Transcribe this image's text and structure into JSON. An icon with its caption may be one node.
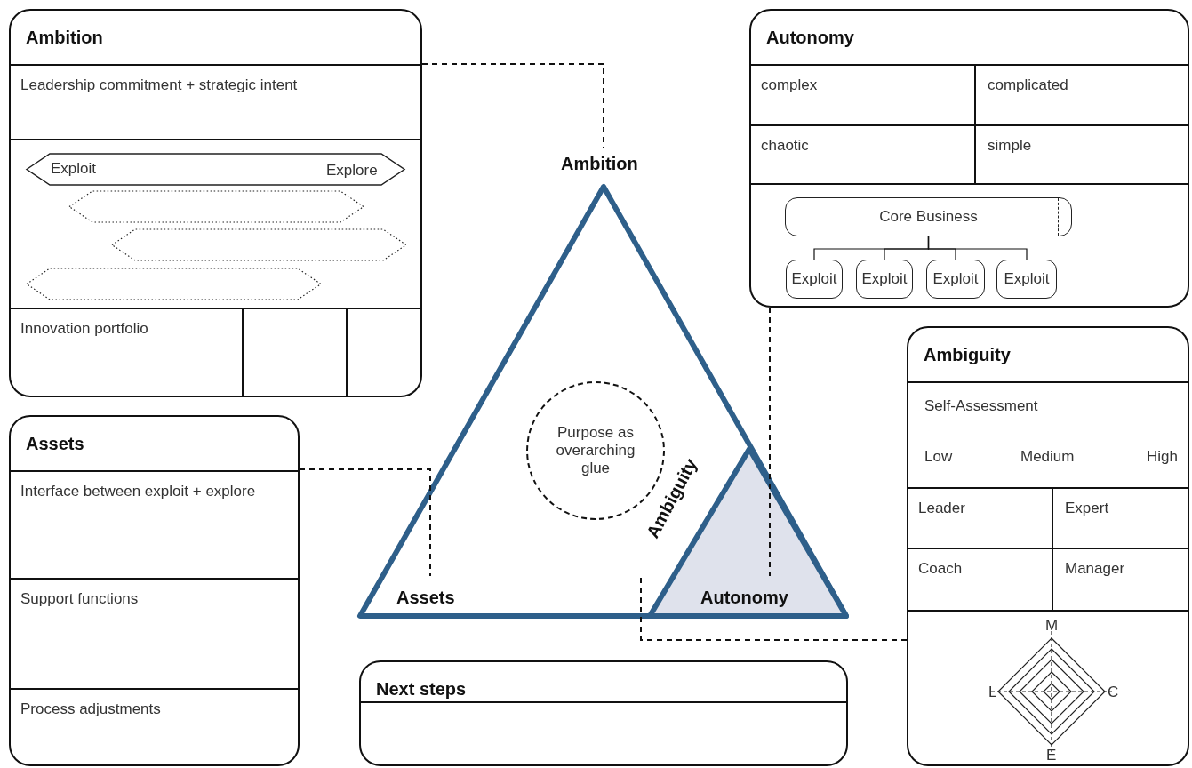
{
  "diagram": {
    "nodes": [
      {
        "text": [
          "Ambition"
        ]
      },
      {
        "text": [
          "Leadership commitment + strategic intent"
        ],
        "in": 0
      },
      {
        "text": [
          "Exploit",
          "Explore"
        ],
        "in": 0
      },
      {
        "text": [],
        "shape": "hexagon",
        "in": 0
      },
      {
        "text": [],
        "shape": "hexagon",
        "in": 0
      },
      {
        "text": [],
        "shape": "hexagon",
        "in": 0
      },
      {
        "text": [
          "Innovation portfolio"
        ],
        "in": 0
      },
      {
        "text": [],
        "shape": "box",
        "in": 0
      },
      {
        "text": [],
        "shape": "box",
        "in": 0
      },
      {
        "text": [
          "Autonomy"
        ]
      },
      {
        "text": [
          "complex"
        ],
        "in": 9
      },
      {
        "text": [
          "complicated"
        ],
        "in": 9
      },
      {
        "text": [
          "chaotic"
        ],
        "in": 9
      },
      {
        "text": [
          "simple"
        ],
        "in": 9
      },
      {
        "text": [
          "Core Business"
        ],
        "in": 9
      },
      {
        "text": [
          "Exploit"
        ],
        "in": 9
      },
      {
        "text": [
          "Exploit"
        ],
        "in": 9
      },
      {
        "text": [
          "Exploit"
        ],
        "in": 9
      },
      {
        "text": [
          "Exploit"
        ],
        "in": 9
      },
      {
        "text": [
          "Assets"
        ]
      },
      {
        "text": [
          "Interface between exploit + explore"
        ],
        "in": 19
      },
      {
        "text": [
          "Support functions"
        ],
        "in": 19
      },
      {
        "text": [
          "Process adjustments"
        ],
        "in": 19
      },
      {
        "text": [
          "Ambition",
          "Assets"
        ]
      },
      {
        "text": [
          "Purpose as overarching glue"
        ],
        "in": 23
      },
      {
        "text": [
          "Ambiguity",
          "Autonomy"
        ],
        "in": 23
      },
      {
        "text": [
          "Ambiguity"
        ]
      },
      {
        "text": [
          "Self-Assessment",
          "Low",
          "Medium",
          "High"
        ],
        "in": 26
      },
      {
        "text": [
          "Leader"
        ],
        "in": 26
      },
      {
        "text": [
          "Expert"
        ],
        "in": 26
      },
      {
        "text": [
          "Coach"
        ],
        "in": 26
      },
      {
        "text": [
          "Manager"
        ],
        "in": 26
      },
      {
        "text": [
          "M",
          "L",
          "C",
          "E"
        ],
        "in": 26
      },
      {
        "text": [
          "Next steps"
        ]
      }
    ],
    "edges": [
      {
        "from": 0,
        "to": 23,
        "arrow": "none",
        "style": "dashed"
      },
      {
        "from": 9,
        "to": 25,
        "arrow": "none",
        "style": "dashed"
      },
      {
        "from": 19,
        "to": 23,
        "arrow": "none",
        "style": "dashed"
      },
      {
        "from": 26,
        "to": 25,
        "arrow": "none",
        "style": "dashed"
      },
      {
        "from": 14,
        "to": 15,
        "arrow": "none"
      },
      {
        "from": 14,
        "to": 16,
        "arrow": "none"
      },
      {
        "from": 14,
        "to": 17,
        "arrow": "none"
      },
      {
        "from": 14,
        "to": 18,
        "arrow": "none"
      }
    ]
  }
}
